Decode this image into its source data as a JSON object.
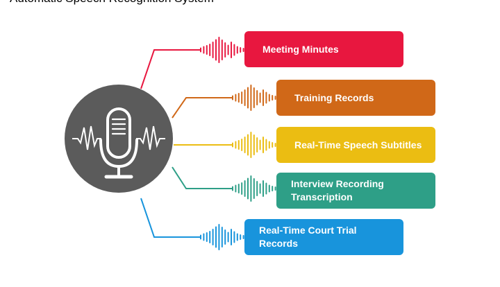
{
  "title": "Automatic Speech Recognition System",
  "icons": {
    "center": "microphone-icon",
    "wave": "sound-wave-icon"
  },
  "colors": {
    "circle": "#5b5b5b"
  },
  "items": [
    {
      "label": "Meeting Minutes",
      "color": "#e8173f"
    },
    {
      "label": "Training Records",
      "color": "#d06818"
    },
    {
      "label": "Real-Time Speech Subtitles",
      "color": "#ebbd12"
    },
    {
      "label": "Interview Recording Transcription",
      "color": "#2e9f87"
    },
    {
      "label": "Real-Time Court Trial Records",
      "color": "#1894dc"
    }
  ]
}
